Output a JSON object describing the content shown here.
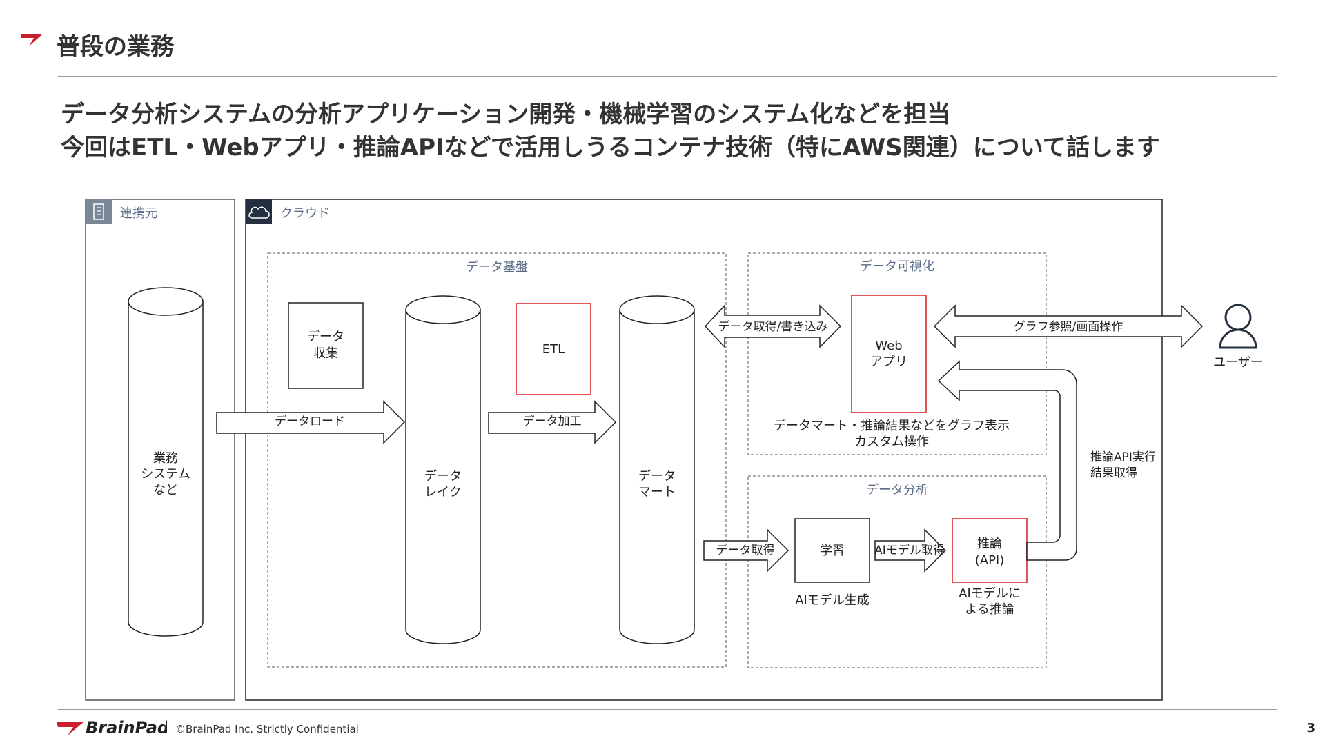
{
  "slide": {
    "title": "普段の業務",
    "lead_line1": "データ分析システムの分析アプリケーション開発・機械学習のシステム化などを担当",
    "lead_line2": "今回はETL・Webアプリ・推論APIなどで活用しうるコンテナ技術（特にAWS関連）について話します"
  },
  "diagram": {
    "source_group": {
      "label": "連携元",
      "icon": "building-icon"
    },
    "cloud_group": {
      "label": "クラウド",
      "icon": "cloud-icon"
    },
    "data_platform": {
      "label": "データ基盤"
    },
    "visualization": {
      "label": "データ可視化"
    },
    "analysis": {
      "label": "データ分析"
    },
    "business_system": {
      "line1": "業務",
      "line2": "システム",
      "line3": "など"
    },
    "data_collection": {
      "line1": "データ",
      "line2": "収集"
    },
    "data_lake": {
      "line1": "データ",
      "line2": "レイク"
    },
    "etl": {
      "label": "ETL"
    },
    "data_mart": {
      "line1": "データ",
      "line2": "マート"
    },
    "web_app": {
      "line1": "Web",
      "line2": "アプリ"
    },
    "learning": {
      "label": "学習"
    },
    "inference": {
      "line1": "推論",
      "line2": "(API)"
    },
    "user": {
      "label": "ユーザー",
      "icon": "user-icon"
    },
    "arrows": {
      "data_load": "データロード",
      "data_processing": "データ加工",
      "read_write": "データ取得/書き込み",
      "graph_ops": "グラフ参照/画面操作",
      "data_fetch": "データ取得",
      "model_fetch": "AIモデル取得",
      "inference_call_line1": "推論API実行",
      "inference_call_line2": "結果取得"
    },
    "notes": {
      "web_desc_line1": "データマート・推論結果などをグラフ表示",
      "web_desc_line2": "カスタム操作",
      "model_gen": "AIモデル生成",
      "inference_desc_line1": "AIモデルに",
      "inference_desc_line2": "よる推論"
    }
  },
  "footer": {
    "brand": "BrainPad",
    "copyright": "©BrainPad Inc.  Strictly Confidential",
    "page": "3"
  },
  "colors": {
    "highlight_red": "#e05555",
    "dark_label_bg": "#24303f",
    "gray_label_bg": "#7b8696",
    "group_label_text": "#5b6b86",
    "brand_red": "#c8202f"
  }
}
